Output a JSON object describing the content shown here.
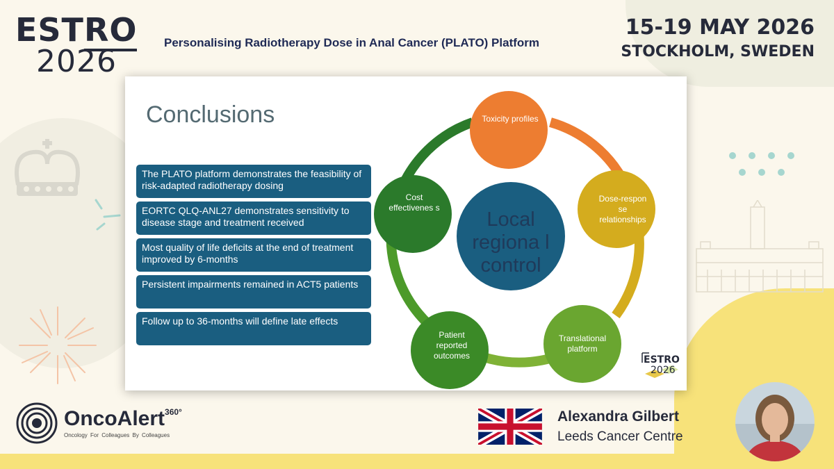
{
  "brand": {
    "logo_estro_prefix": "EST",
    "logo_estro_suffix": "RO",
    "logo_year": "2026"
  },
  "header": {
    "title": "Personalising Radiotherapy Dose in Anal Cancer (PLATO) Platform"
  },
  "event": {
    "dates": "15-19 MAY 2026",
    "location": "STOCKHOLM, SWEDEN"
  },
  "slide": {
    "title": "Conclusions",
    "bullets": [
      "The PLATO platform demonstrates the feasibility of risk-adapted radiotherapy dosing",
      "EORTC QLQ-ANL27 demonstrates sensitivity to disease stage and treatment received",
      "Most quality of life deficits at the end of treatment improved by 6-months",
      "Persistent impairments remained in ACT5 patients",
      "Follow up to 36-months will define late effects"
    ],
    "diagram": {
      "center": "Local regiona l control",
      "nodes": [
        {
          "label": "Toxicity profiles",
          "color": "#ed7d31"
        },
        {
          "label": "Dose-respon se relationships",
          "color": "#d4ac1e"
        },
        {
          "label": "Translational platform",
          "color": "#6aa630"
        },
        {
          "label": "Patient reported outcomes",
          "color": "#3b8a27"
        },
        {
          "label": "Cost effectivenes s",
          "color": "#2b7a2b"
        }
      ],
      "center_color": "#1a5e80"
    },
    "mini_logo_estro": "ESTRO",
    "mini_logo_year": "2026"
  },
  "footer": {
    "onco_name": "OncoAlert",
    "onco_sup": "360°",
    "onco_tagline": "Oncology   For Colleagues   By Colleagues",
    "speaker_name": "Alexandra Gilbert",
    "speaker_org": "Leeds Cancer Centre"
  }
}
